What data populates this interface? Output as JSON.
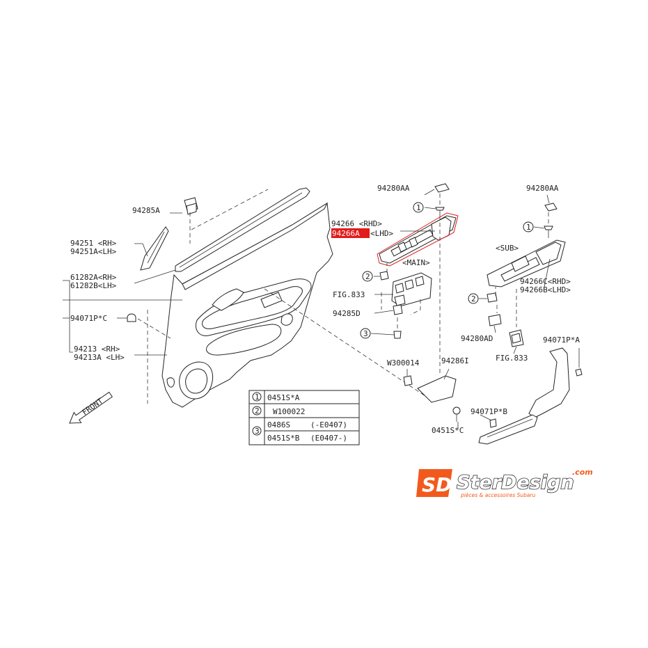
{
  "labels": {
    "p94285A": "94285A",
    "p94251": "94251 <RH>",
    "p94251A": "94251A<LH>",
    "p61282A": "61282A<RH>",
    "p61282B": "61282B<LH>",
    "p94071PC": "94071P*C",
    "p94213": "94213 <RH>",
    "p94213A": "94213A <LH>",
    "front": "FRONT",
    "p94280AA_main": "94280AA",
    "p94266": "94266 <RHD>",
    "p94266A": "94266A",
    "p94266A_lhd": "<LHD>",
    "main": "<MAIN>",
    "fig833_main": "FIG.833",
    "p94285D": "94285D",
    "pW300014": "W300014",
    "p94286I": "94286I",
    "p0451SC": "0451S*C",
    "p94071PB": "94071P*B",
    "p94280AA_sub": "94280AA",
    "sub": "<SUB>",
    "p94266C": "94266C<RHD>",
    "p94266B": "94266B<LHD>",
    "p94280AD": "94280AD",
    "fig833_sub": "FIG.833",
    "p94071PA": "94071P*A"
  },
  "callouts": [
    "1",
    "2",
    "3"
  ],
  "legend": {
    "rows": [
      {
        "ref": "1",
        "text": "0451S*A"
      },
      {
        "ref": "2",
        "text": "W100022"
      },
      {
        "ref": "3",
        "text": "0486S",
        "range": "(-E0407)"
      },
      {
        "ref": "3",
        "text": "0451S*B",
        "range": "(E0407-)"
      }
    ]
  },
  "logo": {
    "mark": "SD",
    "brand": "SterDesign",
    "domain": ".com",
    "tagline": "pièces & accessoires Subaru"
  },
  "colors": {
    "highlight": "#e21b1b",
    "logo_orange": "#f25a1d",
    "logo_dark": "#333333"
  }
}
